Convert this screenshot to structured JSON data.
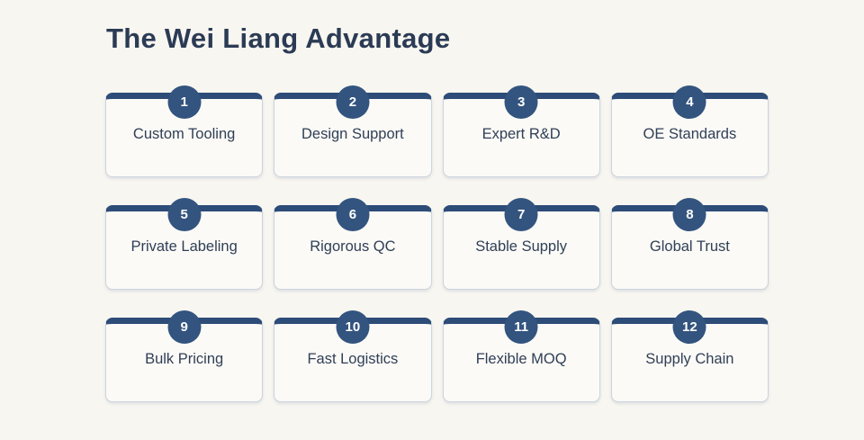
{
  "page": {
    "title": "The Wei Liang Advantage"
  },
  "colors": {
    "background": "#f8f6f0",
    "card_background": "#fbfaf6",
    "card_border": "#ccd4df",
    "accent_navy": "#2d4c78",
    "badge_navy": "#33547f",
    "title_text": "#2b3b55",
    "label_text": "#303f57",
    "badge_number_text": "#ffffff"
  },
  "cards": [
    {
      "number": "1",
      "label": "Custom Tooling"
    },
    {
      "number": "2",
      "label": "Design Support"
    },
    {
      "number": "3",
      "label": "Expert R&D"
    },
    {
      "number": "4",
      "label": "OE Standards"
    },
    {
      "number": "5",
      "label": "Private Labeling"
    },
    {
      "number": "6",
      "label": "Rigorous QC"
    },
    {
      "number": "7",
      "label": "Stable Supply"
    },
    {
      "number": "8",
      "label": "Global Trust"
    },
    {
      "number": "9",
      "label": "Bulk Pricing"
    },
    {
      "number": "10",
      "label": "Fast Logistics"
    },
    {
      "number": "11",
      "label": "Flexible MOQ"
    },
    {
      "number": "12",
      "label": "Supply Chain"
    }
  ]
}
